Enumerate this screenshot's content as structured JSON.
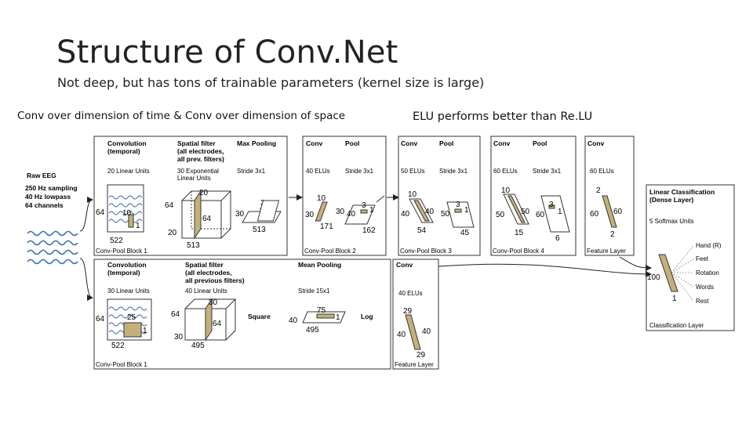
{
  "title": "Structure of Conv.Net",
  "subtitle": "Not deep, but has tons of trainable parameters (kernel size is large)",
  "caption_left": "Conv over dimension of time & Conv over dimension of space",
  "caption_right": "ELU performs better than Re.LU",
  "input": {
    "title": "Raw EEG",
    "lines": [
      "250 Hz sampling",
      "40 Hz lowpass",
      "64 channels"
    ]
  },
  "deep": {
    "b1": {
      "conv_title": [
        "Convolution",
        "(temporal)"
      ],
      "conv_units": "20 Linear Units",
      "spatial_title": [
        "Spatial filter",
        "(all electrodes,",
        "all prev. filters)"
      ],
      "spatial_units": [
        "30 Exponential",
        "Linear Units"
      ],
      "pool_title": "Max Pooling",
      "pool_stride": "Stride 3x1",
      "label": "Conv-Pool Block 1",
      "n64a": "64",
      "n10": "10",
      "n1": "1",
      "n522": "522",
      "n20a": "20",
      "n64b": "64",
      "n64c": "64",
      "n20b": "20",
      "n513a": "513",
      "n30": "30",
      "n3": "3",
      "n1b": "1",
      "n513b": "513"
    },
    "b2": {
      "conv": "Conv",
      "pool": "Pool",
      "units": "40 ELUs",
      "stride": "Stride 3x1",
      "label": "Conv-Pool Block 2",
      "n10": "10",
      "n30a": "30",
      "n30b": "30",
      "n171": "171",
      "n40": "40",
      "n3": "3",
      "n1": "1",
      "n162": "162"
    },
    "b3": {
      "conv": "Conv",
      "pool": "Pool",
      "units": "50 ELUs",
      "stride": "Stride 3x1",
      "label": "Conv-Pool Block 3",
      "n10": "10",
      "n40a": "40",
      "n40b": "40",
      "n54": "54",
      "n50": "50",
      "n3": "3",
      "n1": "1",
      "n45": "45"
    },
    "b4": {
      "conv": "Conv",
      "pool": "Pool",
      "units": "60 ELUs",
      "stride": "Stride 3x1",
      "label": "Conv-Pool Block 4",
      "n10": "10",
      "n50a": "50",
      "n50b": "50",
      "n15": "15",
      "n60": "60",
      "n3": "3",
      "n1": "1",
      "n6": "6"
    },
    "feat": {
      "conv": "Conv",
      "units": "60 ELUs",
      "label": "Feature Layer",
      "n2a": "2",
      "n60a": "60",
      "n60b": "60",
      "n2b": "2"
    }
  },
  "shallow": {
    "conv_title": [
      "Convolution",
      "(temporal)"
    ],
    "conv_units": "30 Linear Units",
    "spatial_title": [
      "Spatial filter",
      "(all electrodes,",
      "all previous filters)"
    ],
    "spatial_units": "40 Linear Units",
    "square": "Square",
    "pool_title": "Mean Pooling",
    "pool_stride": "Stride 15x1",
    "log": "Log",
    "label": "Conv-Pool Block 1",
    "n64a": "64",
    "n25": "25",
    "n1": "1",
    "n522": "522",
    "n64b": "64",
    "n30a": "30",
    "n64c": "64",
    "n30b": "30",
    "n495a": "495",
    "n40": "40",
    "n75": "75",
    "n1b": "1",
    "n495b": "495",
    "feat": {
      "conv": "Conv",
      "units": "40 ELUs",
      "label": "Feature Layer",
      "n29a": "29",
      "n40a": "40",
      "n40b": "40",
      "n29b": "29"
    }
  },
  "classifier": {
    "title": [
      "Linear Classification",
      "(Dense Layer)"
    ],
    "units": "5 Softmax Units",
    "n100": "100",
    "n1": "1",
    "classes": [
      "Hand (R)",
      "Feet",
      "Rotation",
      "Words",
      "Rest"
    ],
    "label": "Classification Layer"
  },
  "colors": {
    "filter": "#c4b07a",
    "box": "#333333",
    "arrow": "#222222",
    "wave": "#3a6ea5"
  }
}
